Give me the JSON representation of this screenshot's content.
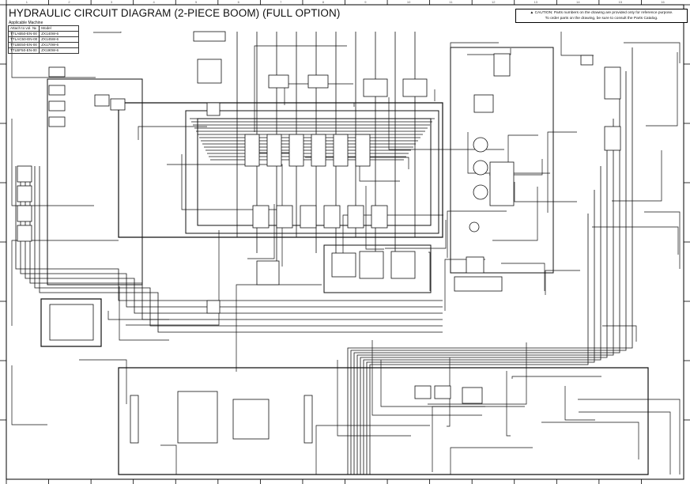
{
  "title": "HYDRAULIC CIRCUIT DIAGRAM (2-PIECE BOOM) (FULL OPTION)",
  "applicable_machine": {
    "label": "Applicable Machine",
    "headers": [
      "Attach to vol. №",
      "Model"
    ],
    "rows": [
      [
        "TTLAB50-EN-00",
        "ZX140W-6"
      ],
      [
        "TTLAC50-EN-00",
        "ZX145W-6"
      ],
      [
        "TTLBE50-EN-00",
        "ZX170W-6"
      ],
      [
        "TTLBF50-EN-00",
        "ZX190W-6"
      ]
    ]
  },
  "caution": {
    "icon": "warning-triangle-icon",
    "line1": "CAUTION: Parts numbers on the drawing are provided only for reference purpose.",
    "line2": "To order parts on the drawing, be sure to consult the Parts Catalog."
  },
  "border_columns": [
    "1",
    "2",
    "3",
    "4",
    "5",
    "6",
    "7",
    "8",
    "9",
    "10",
    "11",
    "12",
    "13",
    "14",
    "15",
    "16"
  ]
}
